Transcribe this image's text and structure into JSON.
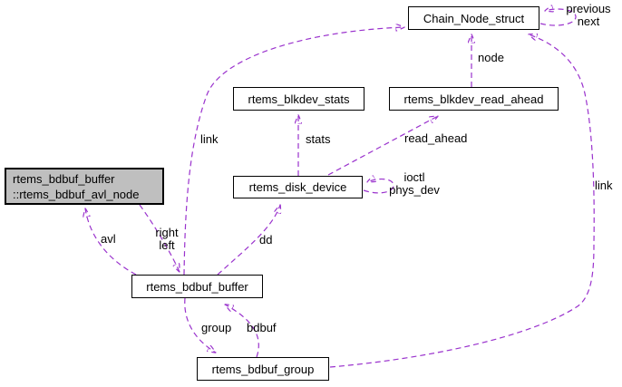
{
  "nodes": {
    "chain": {
      "label": "Chain_Node_struct"
    },
    "stats": {
      "label": "rtems_blkdev_stats"
    },
    "read_ahead": {
      "label": "rtems_blkdev_read_ahead"
    },
    "avl": {
      "line1": "rtems_bdbuf_buffer",
      "line2": "::rtems_bdbuf_avl_node"
    },
    "disk": {
      "label": "rtems_disk_device"
    },
    "buffer": {
      "label": "rtems_bdbuf_buffer"
    },
    "group": {
      "label": "rtems_bdbuf_group"
    }
  },
  "edges": {
    "previous": "previous",
    "next": "next",
    "node": "node",
    "link_left": "link",
    "link_right": "link",
    "stats": "stats",
    "read_ahead": "read_ahead",
    "ioctl": "ioctl",
    "phys_dev": "phys_dev",
    "avl": "avl",
    "right": "right",
    "left": "left",
    "dd": "dd",
    "group": "group",
    "bdbuf": "bdbuf"
  },
  "colors": {
    "edge": "#9a32cd",
    "node_fill": "#ffffff",
    "selected_fill": "#bfbfbf",
    "border": "#000000",
    "text": "#000000",
    "background": "#ffffff"
  }
}
